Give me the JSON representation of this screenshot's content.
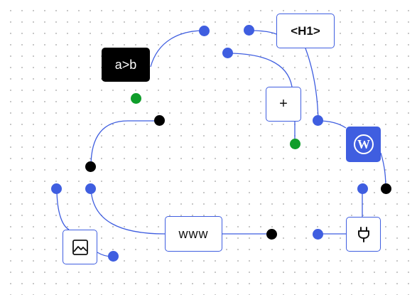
{
  "nodes": {
    "func_label": "a>b",
    "heading_label": "<H1>",
    "plus_label": "+",
    "www_label": "www"
  },
  "icons": {
    "wordpress": "wordpress-icon",
    "image": "image-icon",
    "plug": "plug-icon"
  },
  "colors": {
    "accent_blue": "#3f5ee0",
    "port_green": "#0f9d2a",
    "port_black": "#000000",
    "dot_grid": "#b9b9b9"
  }
}
